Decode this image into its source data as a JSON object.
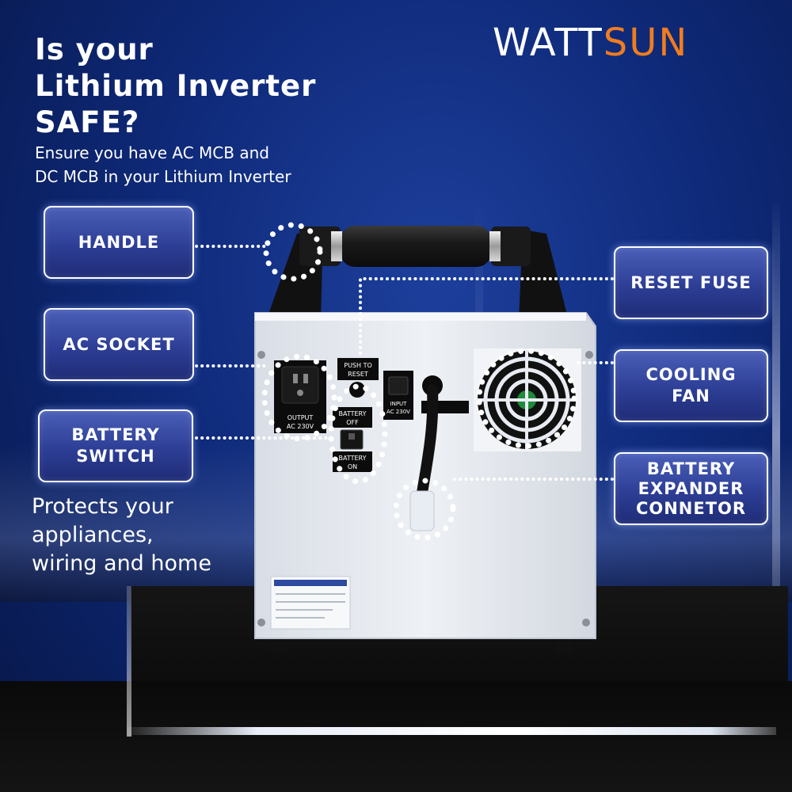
{
  "headline": {
    "line1": "Is your",
    "line2": "Lithium Inverter",
    "line3": "SAFE?"
  },
  "subline": {
    "line1": "Ensure you have AC MCB and",
    "line2": "DC MCB in your Lithium Inverter"
  },
  "logo": {
    "part1": "WATT",
    "part2": "SUN",
    "colors": {
      "part1": "#ffffff",
      "part2": "#f07d1f"
    }
  },
  "callouts": {
    "handle": {
      "line1": "HANDLE"
    },
    "ac_socket": {
      "line1": "AC SOCKET"
    },
    "battery_switch": {
      "line1": "BATTERY",
      "line2": "SWITCH"
    },
    "reset_fuse": {
      "line1": "RESET FUSE"
    },
    "cooling_fan": {
      "line1": "COOLING",
      "line2": "FAN"
    },
    "battery_expander": {
      "line1": "BATTERY",
      "line2": "EXPANDER",
      "line3": "CONNETOR"
    }
  },
  "bottom_text": {
    "line1": "Protects your",
    "line2": "appliances,",
    "line3": "wiring and home"
  },
  "device_labels": {
    "push_to_reset_1": "PUSH TO",
    "push_to_reset_2": "RESET",
    "output_1": "OUTPUT",
    "output_2": "AC 230V",
    "input_1": "INPUT",
    "input_2": "AC 230V",
    "battery_off_1": "BATTERY",
    "battery_off_2": "OFF",
    "battery_on_1": "BATTERY",
    "battery_on_2": "ON"
  },
  "colors": {
    "background": "#0f2a7a",
    "accent": "#f07d1f",
    "label_fill": "#2d3e95",
    "device_body": "#e9edf3"
  }
}
